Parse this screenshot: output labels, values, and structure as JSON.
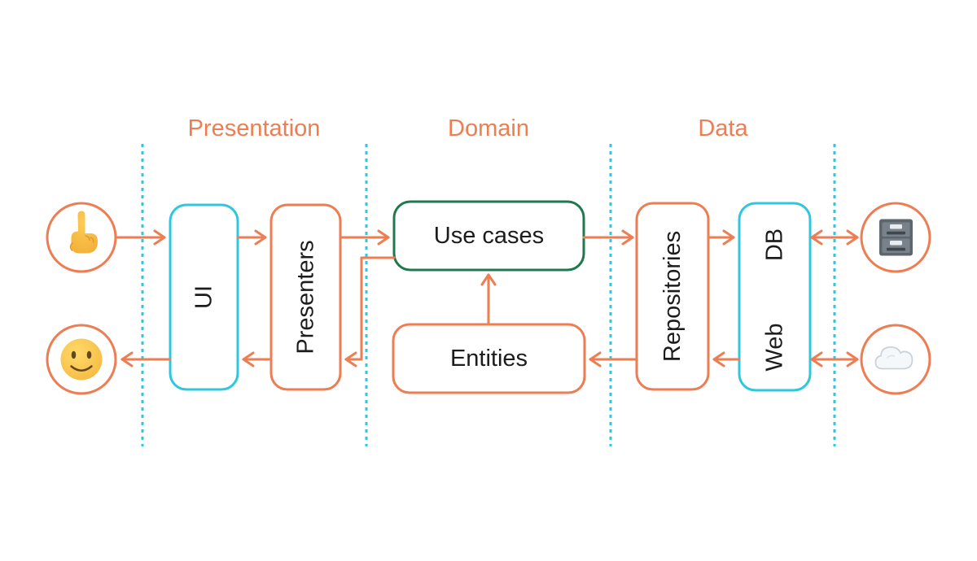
{
  "diagram": {
    "title": "Clean architecture layers diagram",
    "sections": [
      {
        "label": "Presentation"
      },
      {
        "label": "Domain"
      },
      {
        "label": "Data"
      }
    ],
    "boxes": {
      "ui": {
        "label": "UI"
      },
      "presenters": {
        "label": "Presenters"
      },
      "use_cases": {
        "label": "Use cases"
      },
      "entities": {
        "label": "Entities"
      },
      "repositories": {
        "label": "Repositories"
      },
      "db": {
        "label": "DB"
      },
      "web": {
        "label": "Web"
      }
    },
    "icons": {
      "user_input": "finger-pointing-up-icon",
      "user_output": "smiling-face-icon",
      "storage": "file-cabinet-icon",
      "network": "cloud-icon"
    },
    "colors": {
      "orange": "#ED7D52",
      "cyan": "#2EC7DE",
      "green": "#1E7A4C",
      "label": "#1C1C1C",
      "background": "#FFFFFF"
    }
  }
}
